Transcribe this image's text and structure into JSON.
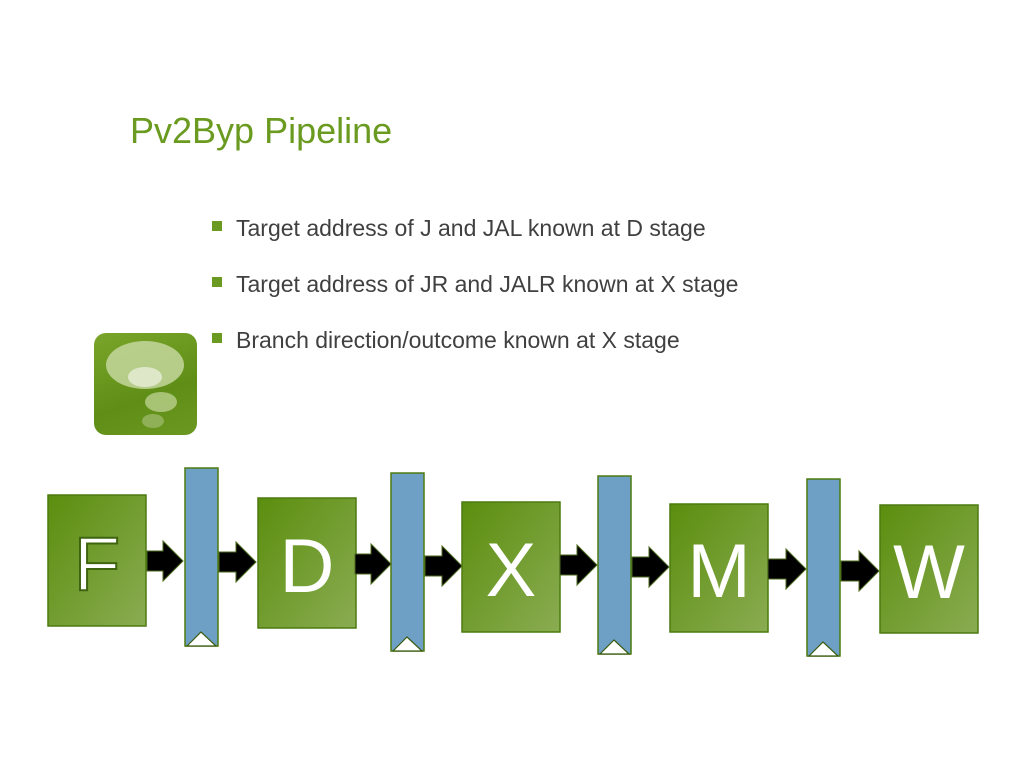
{
  "slide": {
    "title": "Pv2Byp Pipeline",
    "bullets": [
      "Target address of J and JAL known at D stage",
      "Target address of JR and JALR known at X stage",
      "Branch direction/outcome known at X stage"
    ]
  },
  "pipeline": {
    "stages": [
      {
        "label": "F"
      },
      {
        "label": "D"
      },
      {
        "label": "X"
      },
      {
        "label": "M"
      },
      {
        "label": "W"
      }
    ]
  },
  "colors": {
    "accent": "#6a9a1f",
    "stage_fill_top": "#5f9010",
    "stage_fill_bottom": "#86a94c",
    "register_fill": "#6e9fc4",
    "arrow": "#000000",
    "text": "#404040"
  },
  "icons": {
    "logo": "thought-bubble-icon",
    "flow": "arrow-right-icon",
    "latch": "clock-triangle-icon"
  }
}
